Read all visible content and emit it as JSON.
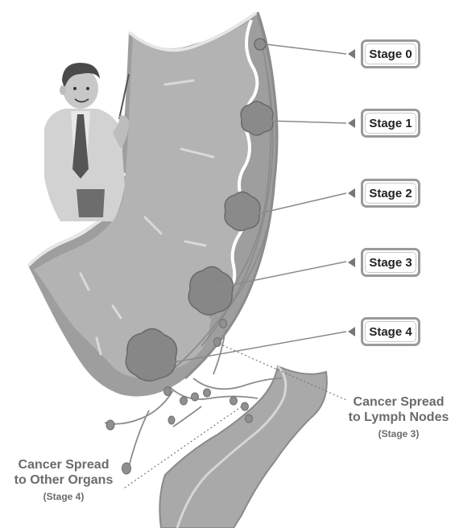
{
  "stages": [
    {
      "label": "Stage 0"
    },
    {
      "label": "Stage 1"
    },
    {
      "label": "Stage 2"
    },
    {
      "label": "Stage 3"
    },
    {
      "label": "Stage 4"
    }
  ],
  "lymph_note": {
    "line1": "Cancer Spread",
    "line2": "to Lymph Nodes",
    "stage": "(Stage 3)"
  },
  "organs_note": {
    "line1": "Cancer Spread",
    "line2": "to Other Organs",
    "stage": "(Stage 4)"
  }
}
